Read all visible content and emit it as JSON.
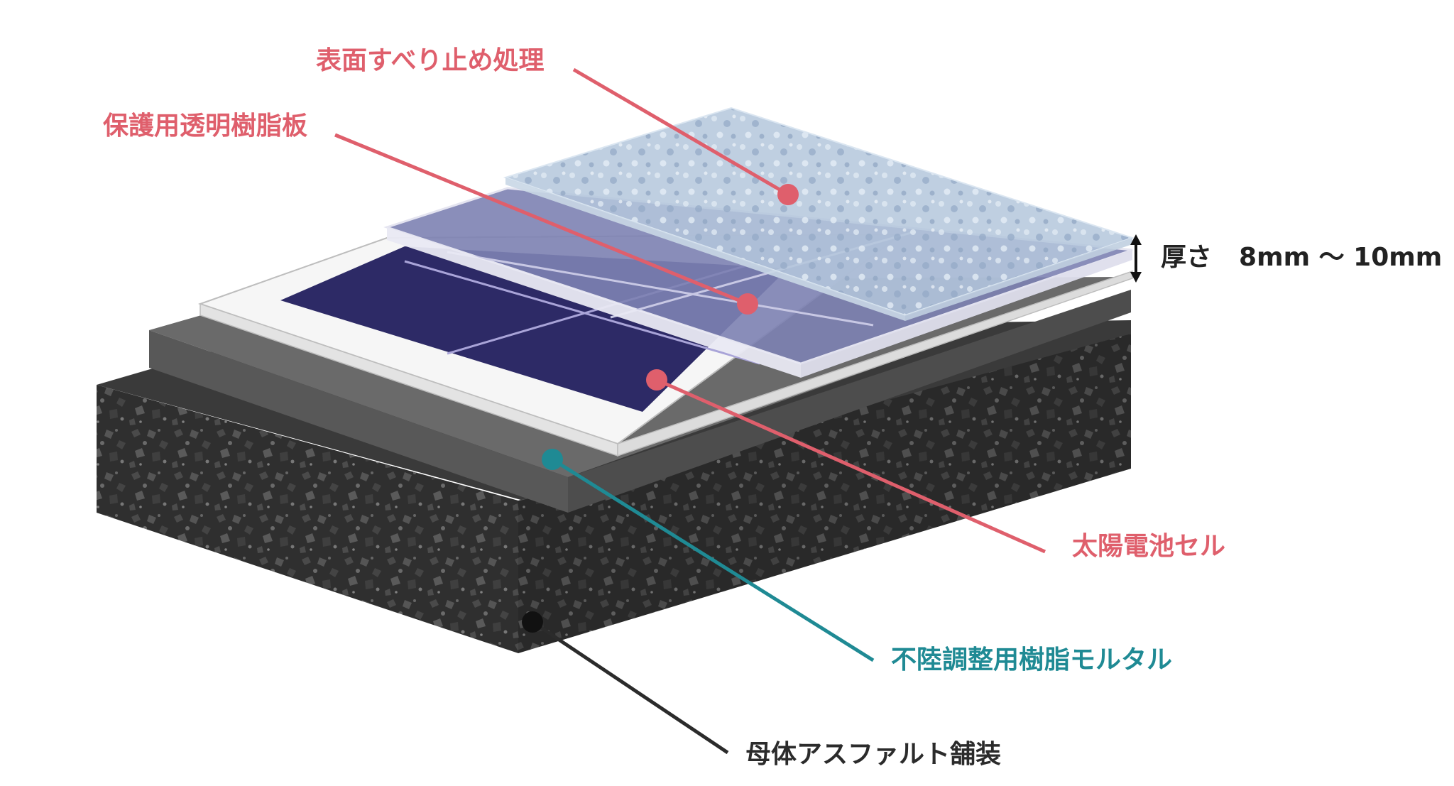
{
  "labels": {
    "surface_treatment": "表面すべり止め処理",
    "protective_plate": "保護用透明樹脂板",
    "solar_cell": "太陽電池セル",
    "leveling_mortar": "不陸調整用樹脂モルタル",
    "base_asphalt": "母体アスファルト舗装"
  },
  "thickness": {
    "label": "厚さ",
    "value": "8mm 〜 10mm"
  },
  "colors": {
    "callout_red": "#df5f6c",
    "callout_teal": "#1f8a94",
    "callout_dark": "#2b2b2b",
    "asphalt": "#2e2e2e",
    "mortar": "#5d5d5d",
    "solar_cell": "#2d2a66",
    "protective_plate": "#8a8fb8",
    "surface_layer": "#a9bfd6"
  }
}
